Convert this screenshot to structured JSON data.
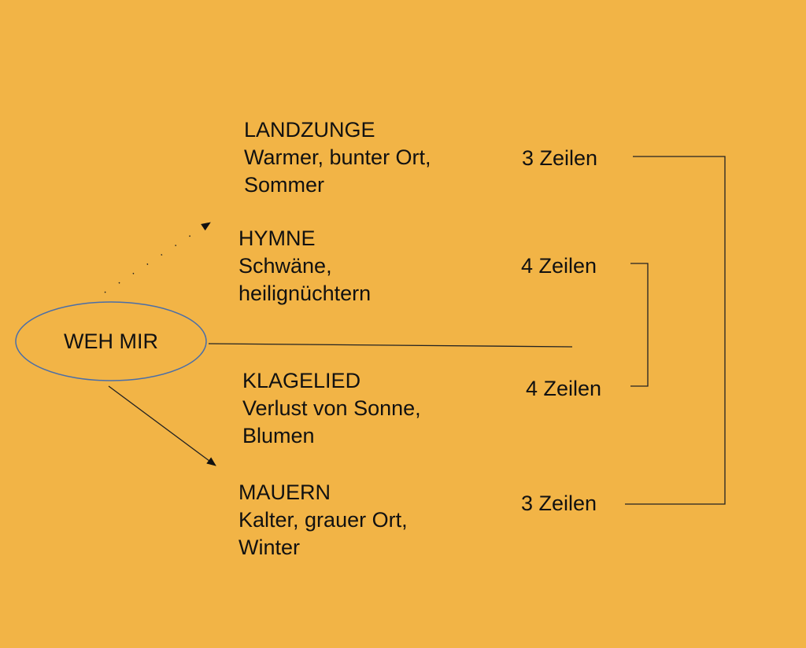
{
  "center": {
    "label": "WEH MIR"
  },
  "sections": [
    {
      "heading": "LANDZUNGE",
      "line1": "Warmer, bunter Ort,",
      "line2": "Sommer",
      "lines": "3 Zeilen"
    },
    {
      "heading": "HYMNE",
      "line1": "Schwäne,",
      "line2": "heilignüchtern",
      "lines": "4 Zeilen"
    },
    {
      "heading": "KLAGELIED",
      "line1": "Verlust von Sonne,",
      "line2": "Blumen",
      "lines": "4 Zeilen"
    },
    {
      "heading": "MAUERN",
      "line1": "Kalter, grauer Ort,",
      "line2": "Winter",
      "lines": "3 Zeilen"
    }
  ],
  "colors": {
    "background": "#f2b446",
    "ellipse_stroke": "#4a6ea8",
    "line": "#222222"
  }
}
